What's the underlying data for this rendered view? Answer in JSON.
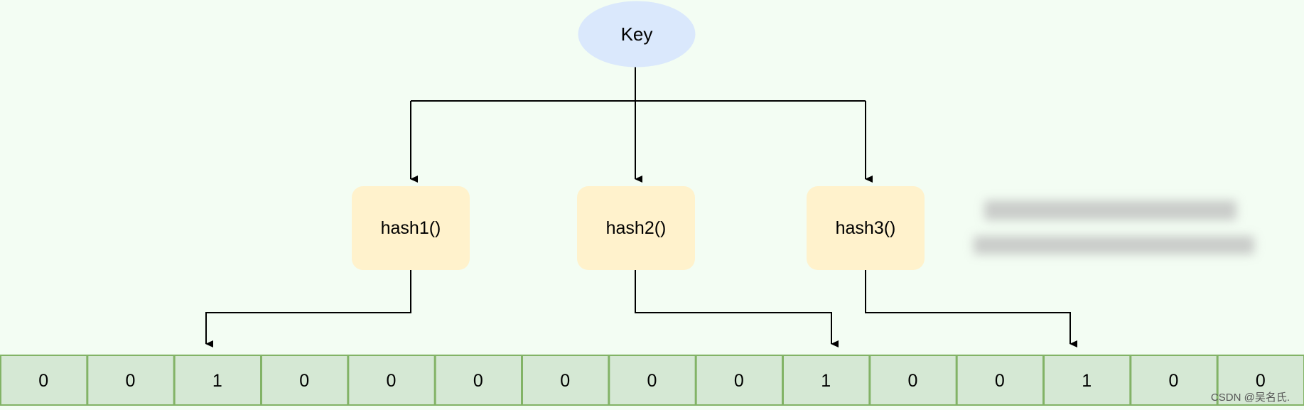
{
  "key": {
    "label": "Key"
  },
  "hash_functions": [
    {
      "label": "hash1()",
      "target_bit": 2
    },
    {
      "label": "hash2()",
      "target_bit": 9
    },
    {
      "label": "hash3()",
      "target_bit": 12
    }
  ],
  "bit_array": [
    "0",
    "0",
    "1",
    "0",
    "0",
    "0",
    "0",
    "0",
    "0",
    "1",
    "0",
    "0",
    "1",
    "0",
    "0"
  ],
  "watermark": "CSDN @吴名氏.",
  "colors": {
    "background": "#f3fdf3",
    "key_fill": "#dae8fc",
    "hash_fill": "#fff2cc",
    "cell_fill": "#d5e8d4",
    "cell_border": "#82b366",
    "edge": "#000000"
  }
}
